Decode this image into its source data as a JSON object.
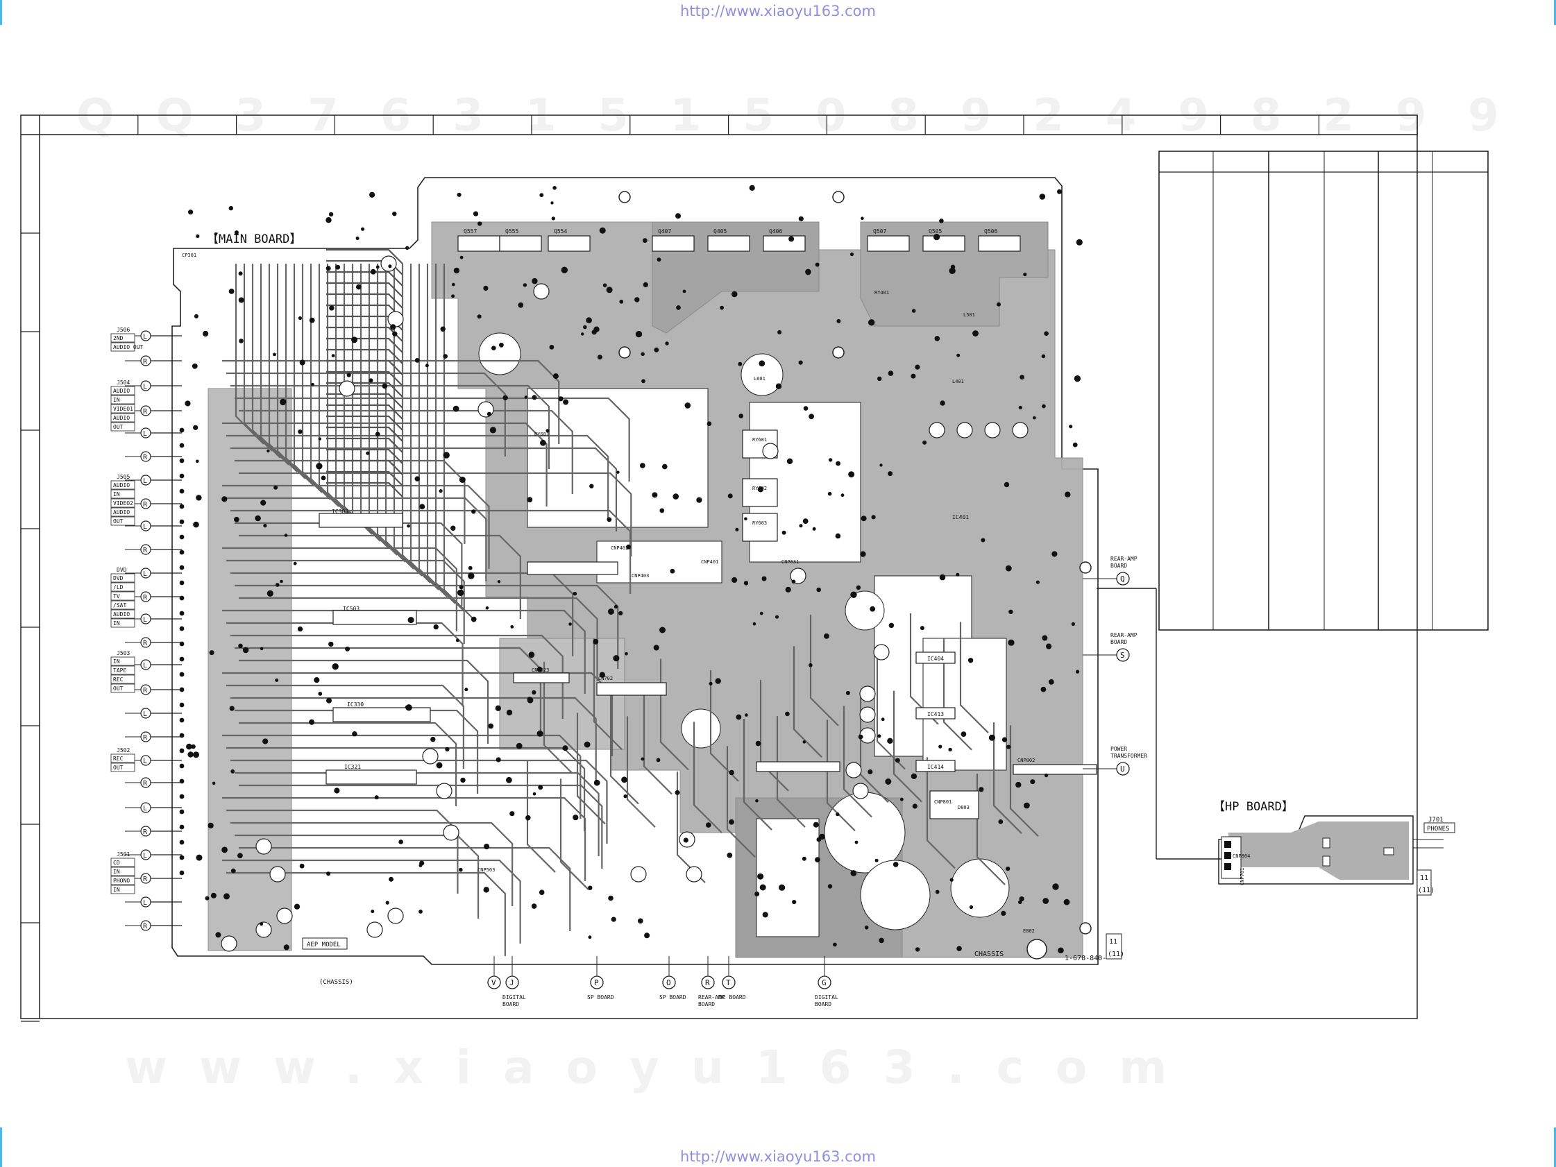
{
  "header_url": "http://www.xiaoyu163.com",
  "footer_url": "http://www.xiaoyu163.com",
  "watermark_top": [
    "Q",
    "Q",
    "3",
    "7",
    "6",
    "3",
    "1",
    "5",
    "1",
    "5",
    "0",
    "8",
    "9",
    "2",
    "4",
    "9",
    "8",
    "2",
    "9",
    "9"
  ],
  "watermark_bottom": "www.xiaoyu163.com",
  "main_board": {
    "title": "【MAIN BOARD】",
    "part_number": "1-678-840-",
    "chassis": "(CHASSIS)",
    "chassis_right": "CHASSIS",
    "model_note": "AEP MODEL",
    "page_box": [
      "11",
      "(11)"
    ]
  },
  "hp_board": {
    "title": "【HP BOARD】",
    "jack": "J701",
    "jack_label": "PHONES",
    "connector": "CNP701",
    "page_box": [
      "11",
      "(11)"
    ]
  },
  "jack_groups": [
    {
      "ref": "J506",
      "labels": [
        "2ND",
        "AUDIO OUT"
      ]
    },
    {
      "ref": "J504",
      "labels": [
        "AUDIO",
        "IN",
        "VIDEO1",
        "AUDIO",
        "OUT"
      ]
    },
    {
      "ref": "J505",
      "labels": [
        "AUDIO",
        "IN",
        "VIDEO2",
        "AUDIO",
        "OUT"
      ]
    },
    {
      "ref": "DVD",
      "labels": [
        "DVD",
        "/LD",
        "TV",
        "/SAT",
        "AUDIO",
        "IN"
      ]
    },
    {
      "ref": "J503",
      "labels": [
        "IN",
        "TAPE",
        "REC",
        "OUT"
      ]
    },
    {
      "ref": "J502",
      "labels": [
        "REC",
        "OUT"
      ]
    },
    {
      "ref": "J501",
      "labels": [
        "CD",
        "IN",
        "PHONO",
        "IN"
      ]
    }
  ],
  "connections": [
    {
      "id": "Q",
      "labels": [
        "REAR-AMP",
        "BOARD"
      ]
    },
    {
      "id": "S",
      "labels": [
        "REAR-AMP",
        "BOARD"
      ]
    },
    {
      "id": "U",
      "labels": [
        "POWER",
        "TRANSFORMER"
      ]
    },
    {
      "id": "V",
      "labels": []
    },
    {
      "id": "J",
      "labels": [
        "DIGITAL",
        "BOARD"
      ]
    },
    {
      "id": "P",
      "labels": [
        "SP BOARD"
      ]
    },
    {
      "id": "O",
      "labels": [
        "SP BOARD"
      ]
    },
    {
      "id": "R",
      "labels": [
        "REAR-AMP",
        "BOARD"
      ]
    },
    {
      "id": "T",
      "labels": [
        "DC BOARD"
      ]
    },
    {
      "id": "G",
      "labels": [
        "DIGITAL",
        "BOARD"
      ]
    }
  ],
  "components": {
    "transistors_top": [
      "Q557",
      "Q555",
      "Q554",
      "Q407",
      "Q405",
      "Q406",
      "Q507",
      "Q505",
      "Q506"
    ],
    "ics": [
      "IC303",
      "IC503",
      "IC330",
      "IC321",
      "IC404",
      "IC413",
      "IC414",
      "IC401"
    ],
    "relays": [
      "RY601",
      "RY602",
      "RY603",
      "RY681",
      "RY401"
    ],
    "connectors": [
      "CNP402",
      "CNP403",
      "CNP401",
      "CNP523",
      "CN702",
      "CNP802",
      "CNP801",
      "CNP631",
      "CNP503",
      "CNP804"
    ],
    "misc": [
      "L601",
      "L401",
      "L501",
      "D803",
      "E802",
      "CP301"
    ]
  },
  "colors": {
    "copper": "#b0b0b0",
    "pad": "#111111",
    "line": "#111111",
    "frame": "#222222",
    "watermark": "#f0f0f0",
    "url": "#8f8fe0"
  }
}
